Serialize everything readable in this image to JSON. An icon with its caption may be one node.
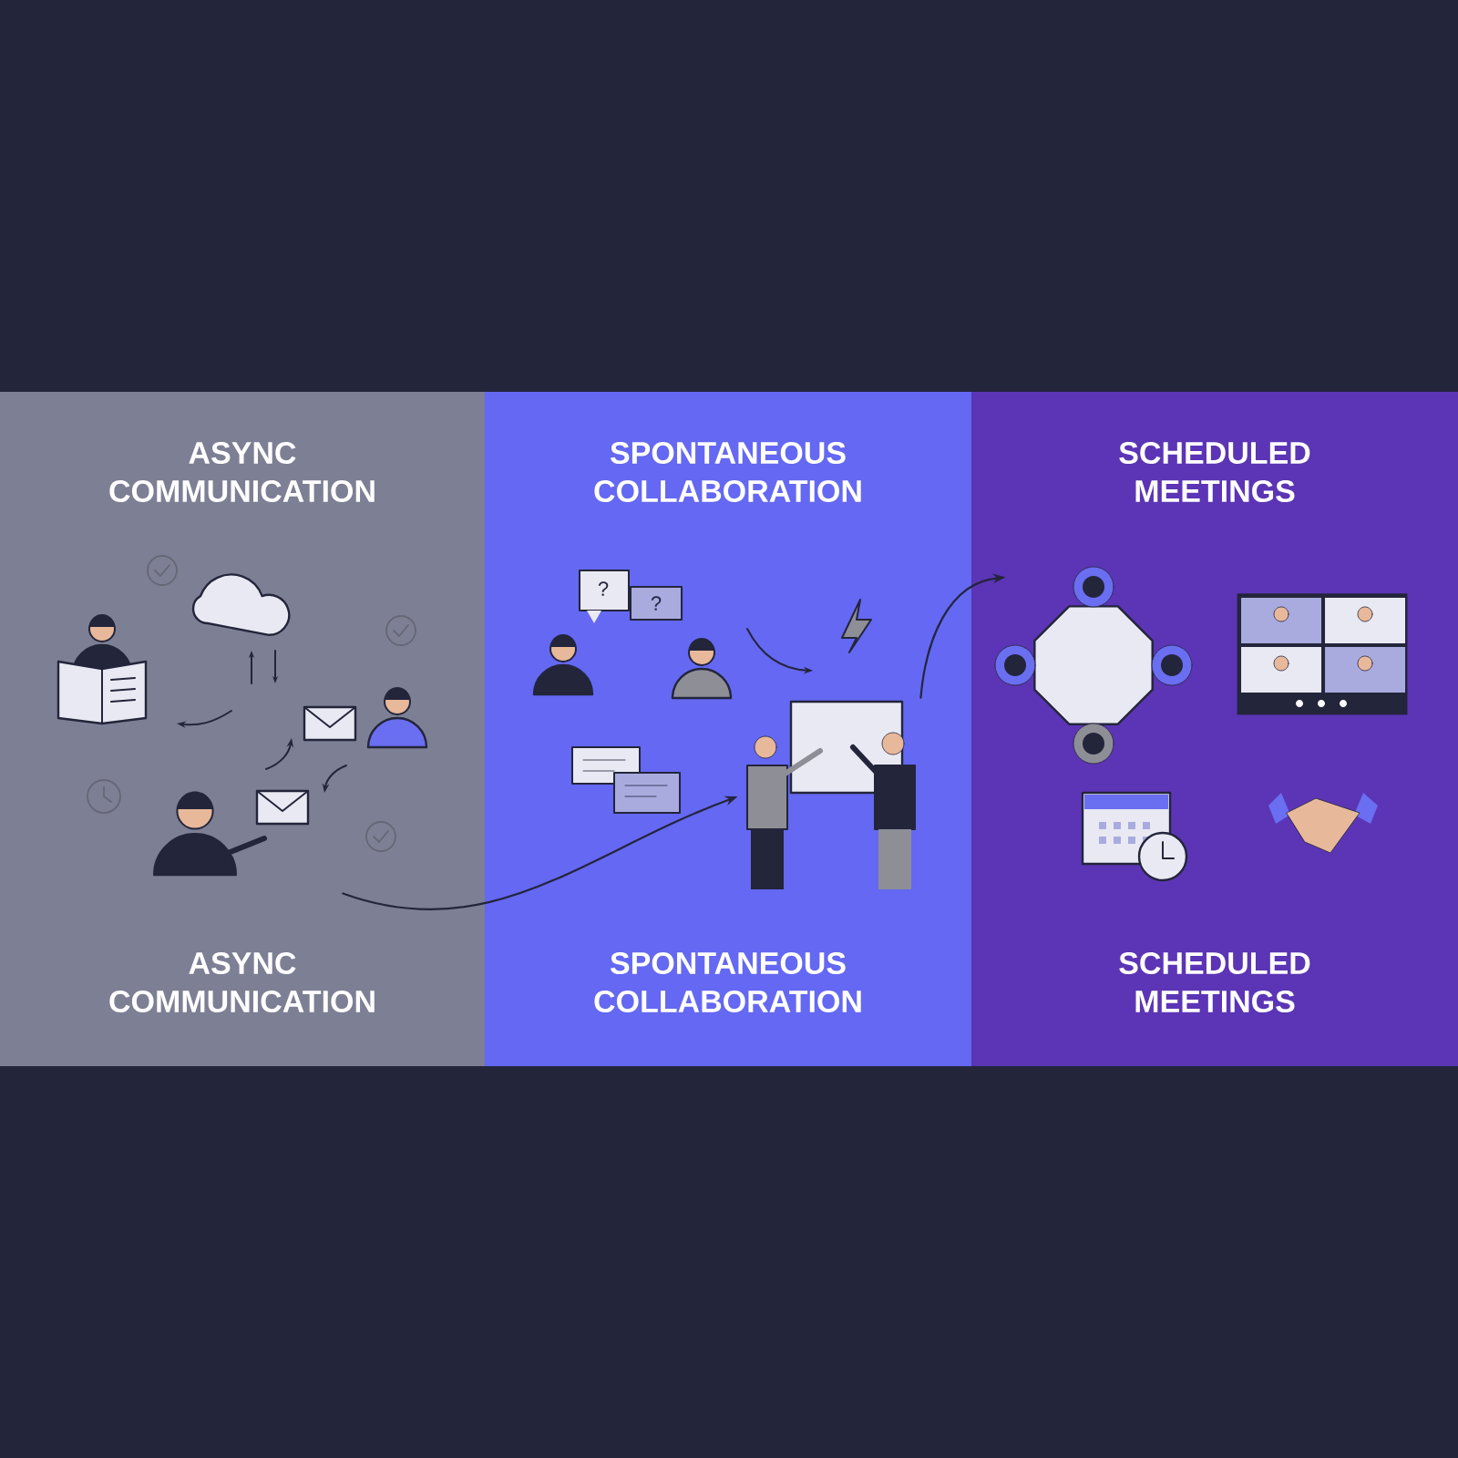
{
  "diagram": {
    "nodes": [
      {
        "text": [
          "ASYNC COMMUNICATION",
          "ASYNC COMMUNICATION"
        ]
      },
      {
        "text": [
          "SPONTANEOUS COLLABORATION",
          "SPONTANEOUS COLLABORATION"
        ]
      },
      {
        "text": [
          "SCHEDULED MEETINGS",
          "SCHEDULED MEETINGS"
        ]
      },
      {
        "text": [],
        "shape": "person",
        "in": 0
      },
      {
        "text": [],
        "shape": "picture",
        "in": 1
      },
      {
        "text": [],
        "shape": "picture",
        "in": 2
      }
    ],
    "edges": [
      {
        "from": 3,
        "to": 4,
        "arrow": "to"
      },
      {
        "from": 4,
        "to": 5,
        "arrow": "to"
      }
    ],
    "labels": [
      "?",
      "?"
    ]
  }
}
